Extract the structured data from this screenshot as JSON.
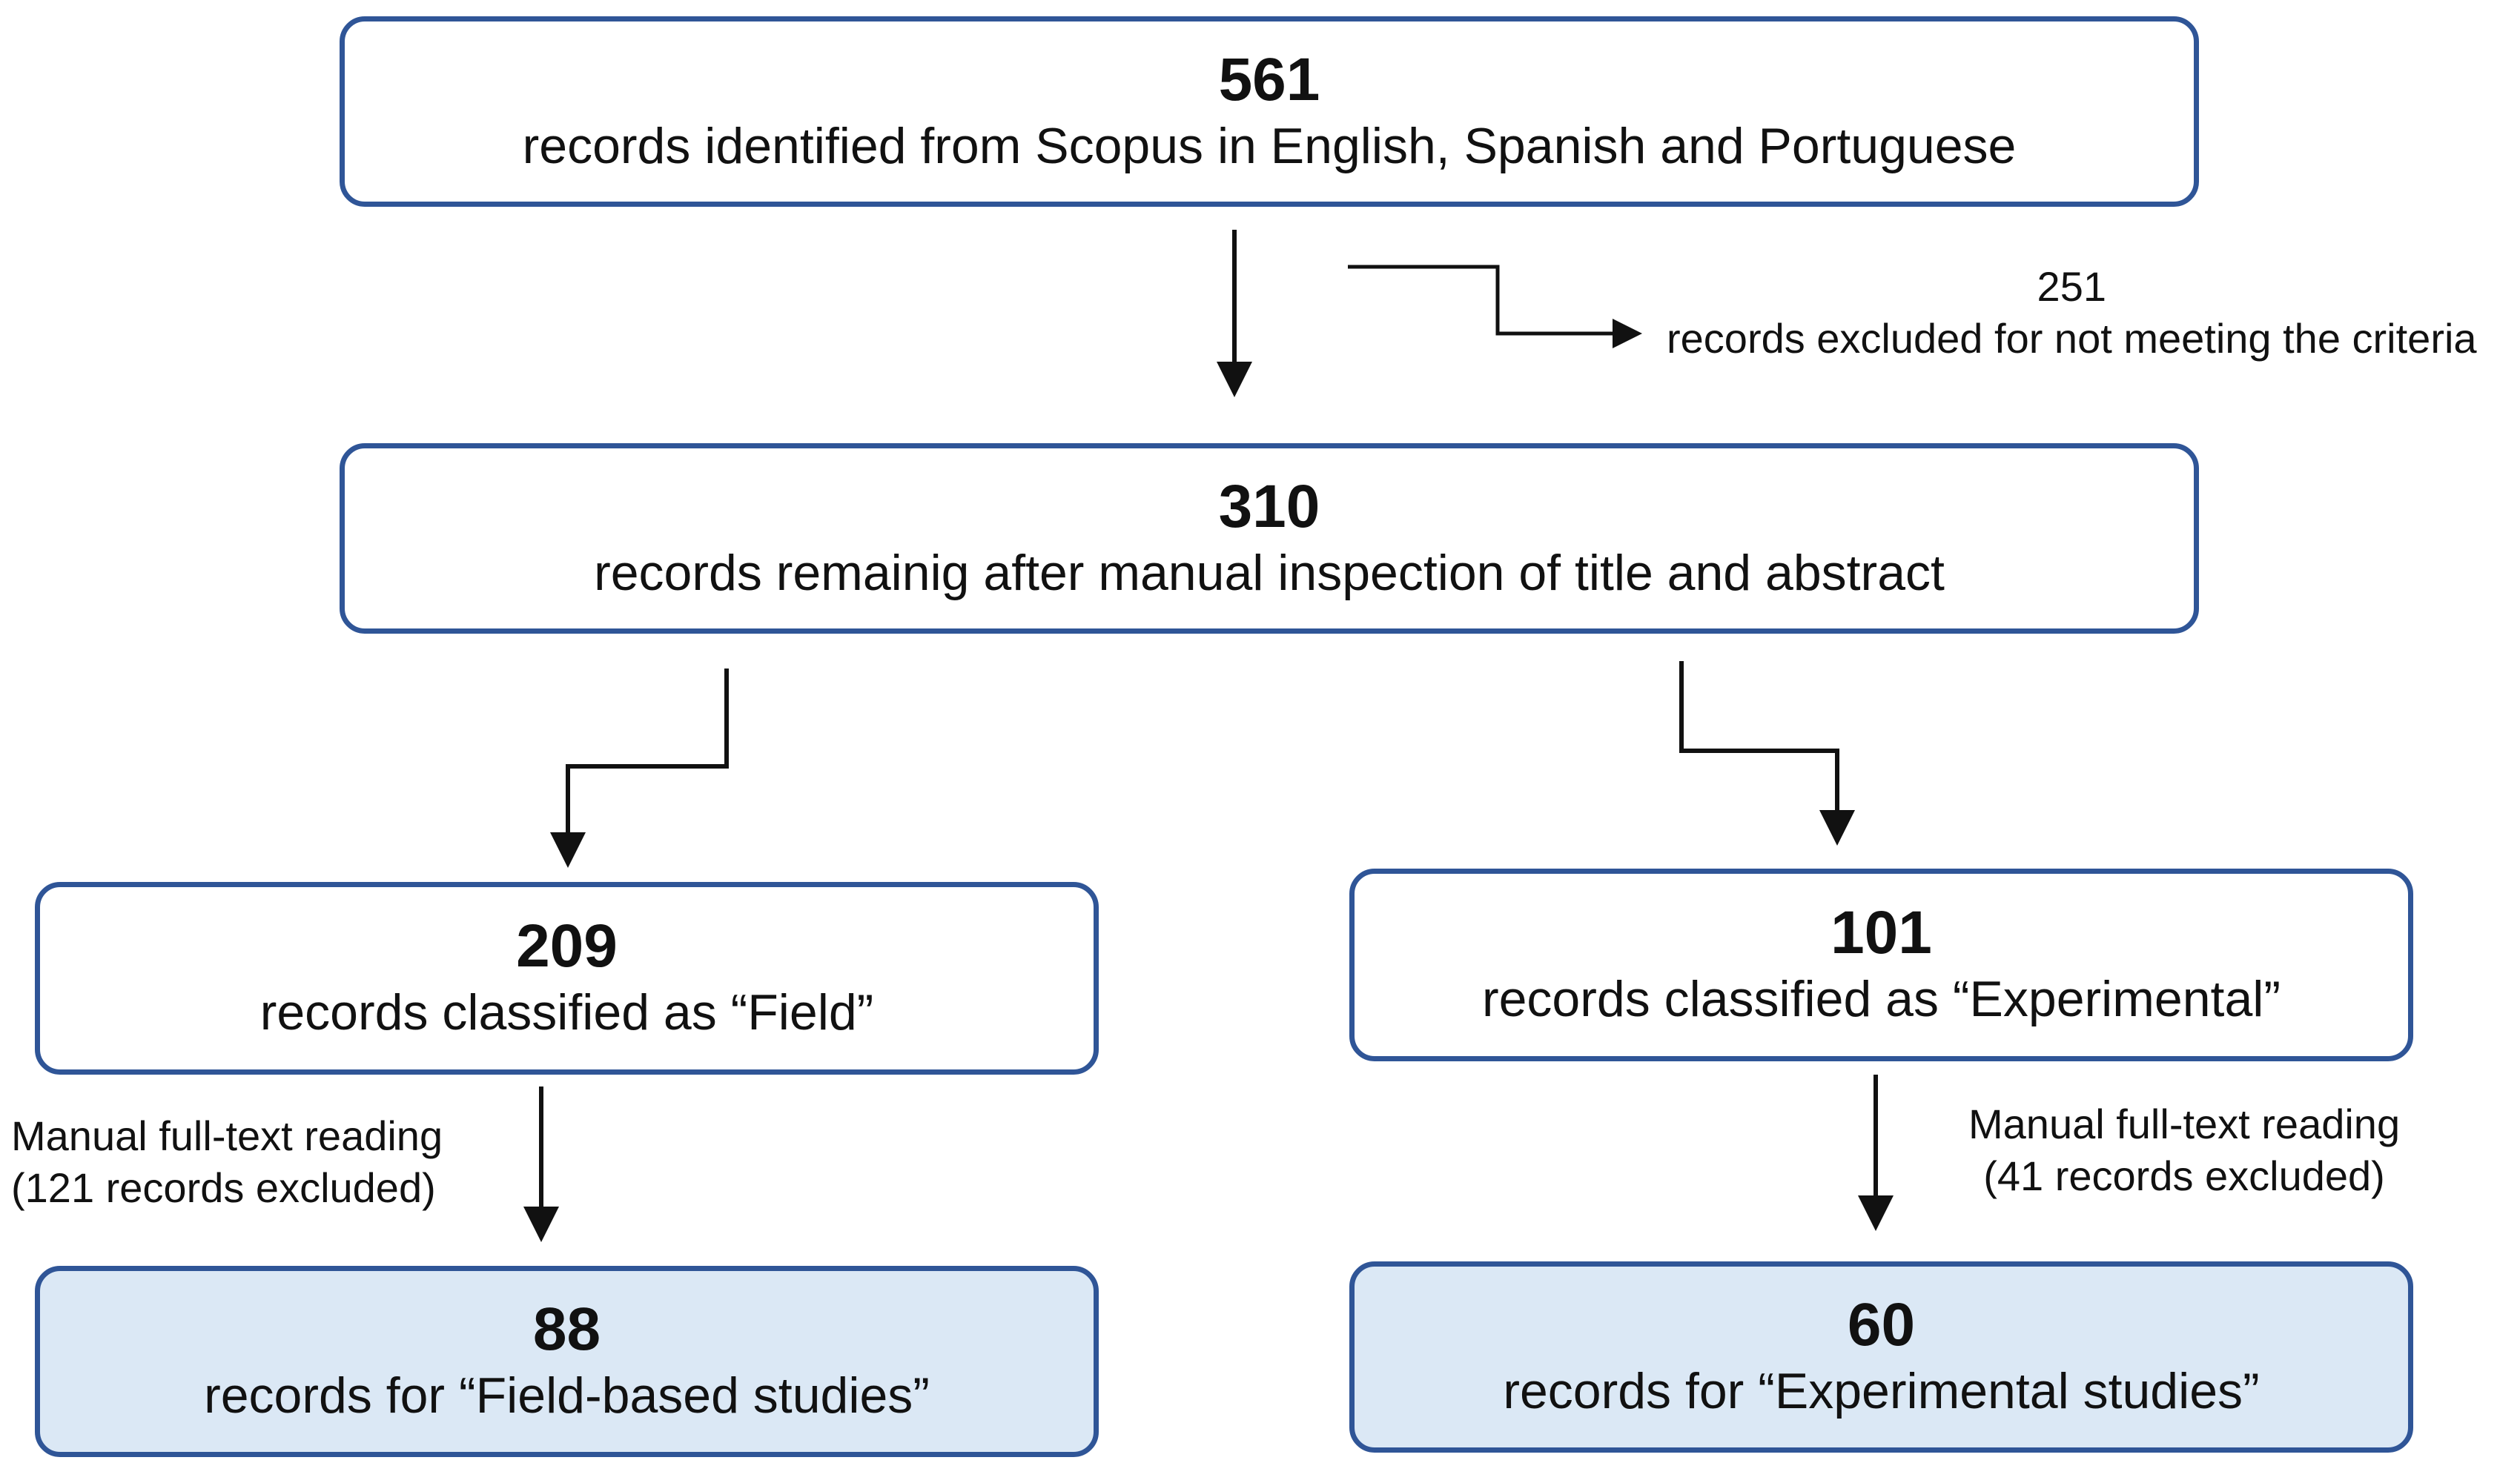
{
  "boxes": {
    "identified": {
      "count": "561",
      "text": "records identified from Scopus in English, Spanish and Portuguese"
    },
    "remaining": {
      "count": "310",
      "text": "records remainig after manual inspection of title and abstract"
    },
    "field": {
      "count": "209",
      "text": "records classified as “Field”"
    },
    "experimental": {
      "count": "101",
      "text": "records classified as “Experimental”"
    },
    "field_final": {
      "count": "88",
      "text": "records for “Field-based studies”"
    },
    "experimental_final": {
      "count": "60",
      "text": "records for “Experimental studies”"
    }
  },
  "exclusions": {
    "criteria": {
      "count": "251",
      "text": "records excluded for not meeting the criteria"
    },
    "field_reading": {
      "line1": "Manual  full-text reading",
      "line2": "(121 records excluded)"
    },
    "experimental_reading": {
      "line1": "Manual  full-text reading",
      "line2": "(41 records excluded)"
    }
  },
  "colors": {
    "box_border": "#2f5597",
    "final_fill": "#dbe8f5",
    "arrow": "#111111"
  }
}
